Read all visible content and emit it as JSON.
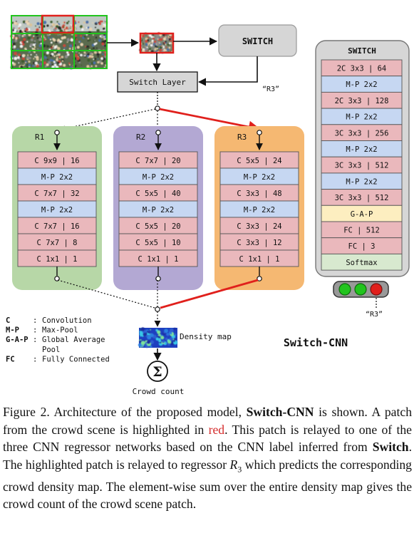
{
  "diagram": {
    "switch_box_label": "SWITCH",
    "switch_layer_label": "Switch Layer",
    "r3_feedback_label": "“R3”",
    "regressors": [
      {
        "name": "R1",
        "color": "#b7d7a7",
        "layers": [
          "C 9x9 | 16",
          "M-P 2x2",
          "C 7x7 | 32",
          "M-P 2x2",
          "C 7x7 | 16",
          "C 7x7 | 8",
          "C 1x1 | 1"
        ]
      },
      {
        "name": "R2",
        "color": "#b3a8d3",
        "layers": [
          "C 7x7 | 20",
          "M-P 2x2",
          "C 5x5 | 40",
          "M-P 2x2",
          "C 5x5 | 20",
          "C 5x5 | 10",
          "C 1x1 | 1"
        ]
      },
      {
        "name": "R3",
        "color": "#f5b872",
        "layers": [
          "C 5x5 | 24",
          "M-P 2x2",
          "C 3x3 | 48",
          "M-P 2x2",
          "C 3x3 | 24",
          "C 3x3 | 12",
          "C 1x1 | 1"
        ]
      }
    ],
    "switch_panel": {
      "title": "SWITCH",
      "layers": [
        "2C 3x3 | 64",
        "M-P 2x2",
        "2C 3x3 | 128",
        "M-P 2x2",
        "3C 3x3 | 256",
        "M-P 2x2",
        "3C 3x3 | 512",
        "M-P 2x2",
        "3C 3x3 | 512",
        "G-A-P",
        "FC | 512",
        "FC | 3",
        "Softmax"
      ],
      "output_label": "“R3”"
    },
    "legend": [
      {
        "abbr": "C",
        "sep": ":",
        "meaning": "Convolution"
      },
      {
        "abbr": "M-P",
        "sep": ":",
        "meaning": "Max-Pool"
      },
      {
        "abbr": "G-A-P",
        "sep": ":",
        "meaning": "Global Average"
      },
      {
        "abbr": "",
        "sep": "",
        "meaning": "Pool"
      },
      {
        "abbr": "FC",
        "sep": ":",
        "meaning": "Fully Connected"
      }
    ],
    "density_map_label": "Density map",
    "sum_symbol": "Σ",
    "crowd_count_label": "Crowd count",
    "model_name": "Switch-CNN",
    "colors": {
      "conv": "#eab8bc",
      "maxpool": "#c6d7f2",
      "gap": "#fdeec0",
      "softmax": "#d8e9cf",
      "highlight": "#e0201c",
      "grid": "#22c41e"
    }
  },
  "caption": {
    "p1": "Figure 2. Architecture of the proposed model, ",
    "b1": "Switch-CNN",
    "p2": " is shown. A patch from the crowd scene is highlighted in ",
    "red_word": "red",
    "p3": ". This patch is relayed to one of the three CNN regressor networks based on the CNN label inferred from ",
    "b2": "Switch",
    "p4": ". The highlighted patch is relayed to regressor ",
    "math_r": "R",
    "math_sub": "3",
    "p5": " which predicts the corresponding crowd density map. The element-wise sum over the entire density map gives the crowd count of the crowd scene patch."
  }
}
